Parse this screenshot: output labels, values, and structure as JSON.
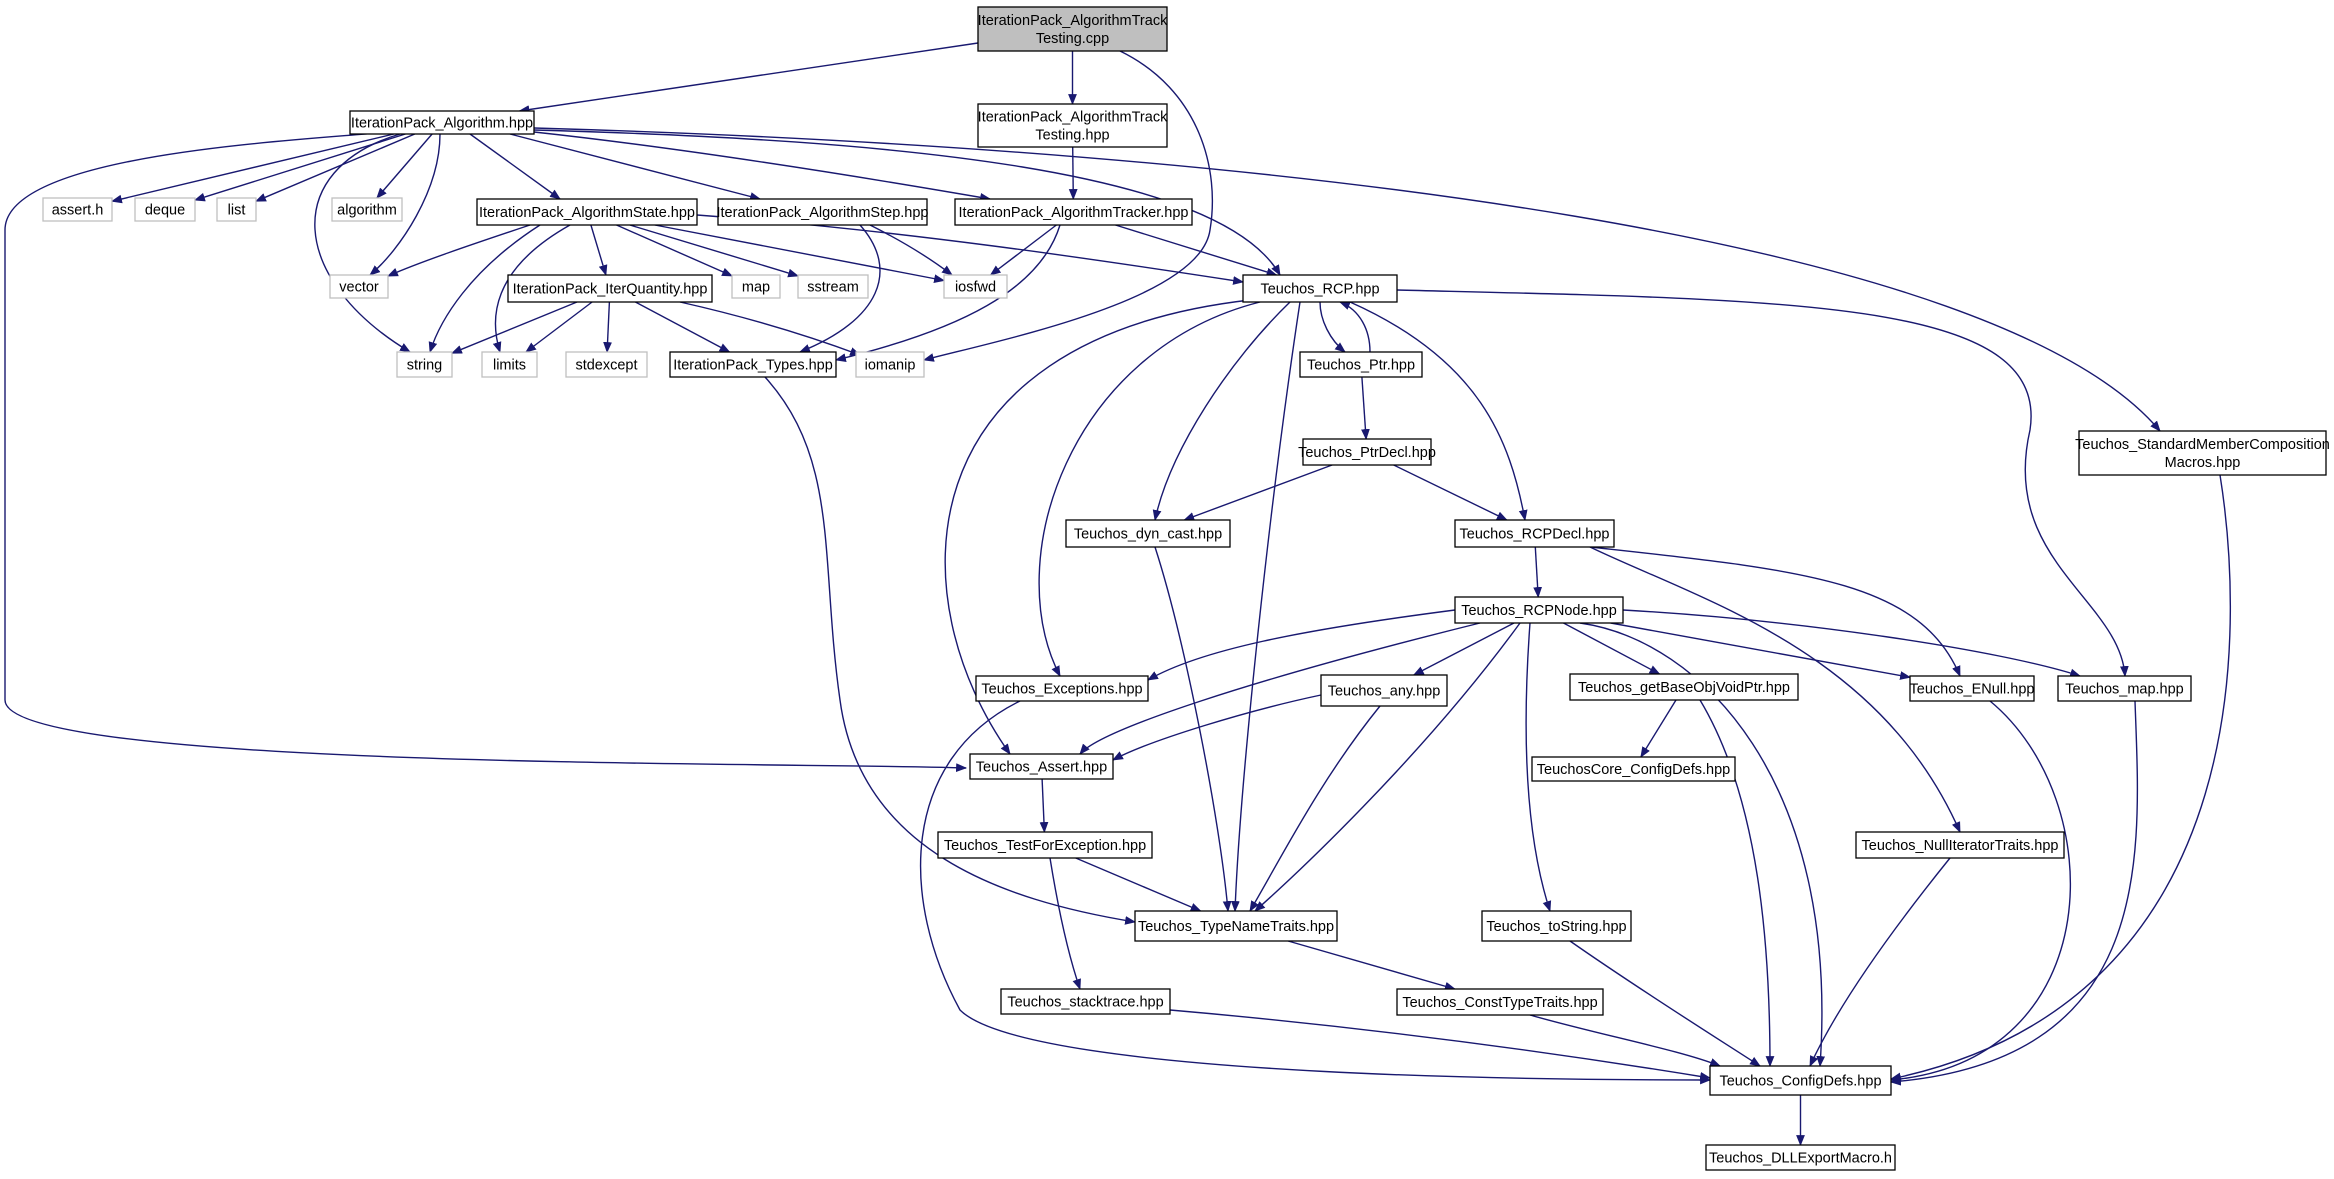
{
  "colors": {
    "edge": "#191970",
    "node_border": "#000000",
    "system_border": "#bfbfbf",
    "root_fill": "#bfbfbf",
    "node_fill": "#ffffff"
  },
  "nodes": [
    {
      "id": "root",
      "lines": [
        "IterationPack_AlgorithmTrack",
        "Testing.cpp"
      ],
      "kind": "root"
    },
    {
      "id": "alg",
      "lines": [
        "IterationPack_Algorithm.hpp"
      ],
      "kind": "header"
    },
    {
      "id": "trackhpp",
      "lines": [
        "IterationPack_AlgorithmTrack",
        "Testing.hpp"
      ],
      "kind": "header"
    },
    {
      "id": "asserth",
      "lines": [
        "assert.h"
      ],
      "kind": "system"
    },
    {
      "id": "deque",
      "lines": [
        "deque"
      ],
      "kind": "system"
    },
    {
      "id": "list",
      "lines": [
        "list"
      ],
      "kind": "system"
    },
    {
      "id": "algorithm",
      "lines": [
        "algorithm"
      ],
      "kind": "system"
    },
    {
      "id": "algstate",
      "lines": [
        "IterationPack_AlgorithmState.hpp"
      ],
      "kind": "header"
    },
    {
      "id": "algstep",
      "lines": [
        "IterationPack_AlgorithmStep.hpp"
      ],
      "kind": "header"
    },
    {
      "id": "algtracker",
      "lines": [
        "IterationPack_AlgorithmTracker.hpp"
      ],
      "kind": "header"
    },
    {
      "id": "vector",
      "lines": [
        "vector"
      ],
      "kind": "system"
    },
    {
      "id": "iterq",
      "lines": [
        "IterationPack_IterQuantity.hpp"
      ],
      "kind": "header"
    },
    {
      "id": "map",
      "lines": [
        "map"
      ],
      "kind": "system"
    },
    {
      "id": "sstream",
      "lines": [
        "sstream"
      ],
      "kind": "system"
    },
    {
      "id": "iosfwd",
      "lines": [
        "iosfwd"
      ],
      "kind": "system"
    },
    {
      "id": "rcp",
      "lines": [
        "Teuchos_RCP.hpp"
      ],
      "kind": "header"
    },
    {
      "id": "string",
      "lines": [
        "string"
      ],
      "kind": "system"
    },
    {
      "id": "limits",
      "lines": [
        "limits"
      ],
      "kind": "system"
    },
    {
      "id": "stdexcept",
      "lines": [
        "stdexcept"
      ],
      "kind": "system"
    },
    {
      "id": "types",
      "lines": [
        "IterationPack_Types.hpp"
      ],
      "kind": "header"
    },
    {
      "id": "iomanip",
      "lines": [
        "iomanip"
      ],
      "kind": "system"
    },
    {
      "id": "ptr",
      "lines": [
        "Teuchos_Ptr.hpp"
      ],
      "kind": "header"
    },
    {
      "id": "stdmember",
      "lines": [
        "Teuchos_StandardMemberComposition",
        "Macros.hpp"
      ],
      "kind": "header"
    },
    {
      "id": "ptrdecl",
      "lines": [
        "Teuchos_PtrDecl.hpp"
      ],
      "kind": "header"
    },
    {
      "id": "dyncast",
      "lines": [
        "Teuchos_dyn_cast.hpp"
      ],
      "kind": "header"
    },
    {
      "id": "rcpdecl",
      "lines": [
        "Teuchos_RCPDecl.hpp"
      ],
      "kind": "header"
    },
    {
      "id": "rcpnode",
      "lines": [
        "Teuchos_RCPNode.hpp"
      ],
      "kind": "header"
    },
    {
      "id": "exceptions",
      "lines": [
        "Teuchos_Exceptions.hpp"
      ],
      "kind": "header"
    },
    {
      "id": "any",
      "lines": [
        "Teuchos_any.hpp"
      ],
      "kind": "header"
    },
    {
      "id": "getbase",
      "lines": [
        "Teuchos_getBaseObjVoidPtr.hpp"
      ],
      "kind": "header"
    },
    {
      "id": "enull",
      "lines": [
        "Teuchos_ENull.hpp"
      ],
      "kind": "header"
    },
    {
      "id": "tmap",
      "lines": [
        "Teuchos_map.hpp"
      ],
      "kind": "header"
    },
    {
      "id": "assert",
      "lines": [
        "Teuchos_Assert.hpp"
      ],
      "kind": "header"
    },
    {
      "id": "coreconfig",
      "lines": [
        "TeuchosCore_ConfigDefs.hpp"
      ],
      "kind": "header"
    },
    {
      "id": "testforexc",
      "lines": [
        "Teuchos_TestForException.hpp"
      ],
      "kind": "header"
    },
    {
      "id": "nulliter",
      "lines": [
        "Teuchos_NullIteratorTraits.hpp"
      ],
      "kind": "header"
    },
    {
      "id": "typename",
      "lines": [
        "Teuchos_TypeNameTraits.hpp"
      ],
      "kind": "header"
    },
    {
      "id": "tostring",
      "lines": [
        "Teuchos_toString.hpp"
      ],
      "kind": "header"
    },
    {
      "id": "stacktrace",
      "lines": [
        "Teuchos_stacktrace.hpp"
      ],
      "kind": "header"
    },
    {
      "id": "consttype",
      "lines": [
        "Teuchos_ConstTypeTraits.hpp"
      ],
      "kind": "header"
    },
    {
      "id": "configdefs",
      "lines": [
        "Teuchos_ConfigDefs.hpp"
      ],
      "kind": "header"
    },
    {
      "id": "dllexport",
      "lines": [
        "Teuchos_DLLExportMacro.h"
      ],
      "kind": "header"
    }
  ],
  "edges": [
    [
      "root",
      "alg"
    ],
    [
      "root",
      "trackhpp"
    ],
    [
      "root",
      "iomanip"
    ],
    [
      "alg",
      "asserth"
    ],
    [
      "alg",
      "deque"
    ],
    [
      "alg",
      "list"
    ],
    [
      "alg",
      "algorithm"
    ],
    [
      "alg",
      "algstate"
    ],
    [
      "alg",
      "algstep"
    ],
    [
      "alg",
      "algtracker"
    ],
    [
      "alg",
      "vector"
    ],
    [
      "alg",
      "string"
    ],
    [
      "alg",
      "rcp"
    ],
    [
      "alg",
      "stdmember"
    ],
    [
      "alg",
      "assert"
    ],
    [
      "trackhpp",
      "algtracker"
    ],
    [
      "algstate",
      "vector"
    ],
    [
      "algstate",
      "string"
    ],
    [
      "algstate",
      "limits"
    ],
    [
      "algstate",
      "iterq"
    ],
    [
      "algstate",
      "map"
    ],
    [
      "algstate",
      "sstream"
    ],
    [
      "algstate",
      "iosfwd"
    ],
    [
      "algstate",
      "rcp"
    ],
    [
      "algstep",
      "iosfwd"
    ],
    [
      "algstep",
      "types"
    ],
    [
      "algtracker",
      "iosfwd"
    ],
    [
      "algtracker",
      "types"
    ],
    [
      "algtracker",
      "rcp"
    ],
    [
      "iterq",
      "string"
    ],
    [
      "iterq",
      "limits"
    ],
    [
      "iterq",
      "stdexcept"
    ],
    [
      "iterq",
      "types"
    ],
    [
      "iterq",
      "iomanip"
    ],
    [
      "types",
      "typename"
    ],
    [
      "rcp",
      "ptr"
    ],
    [
      "rcp",
      "rcpdecl"
    ],
    [
      "rcp",
      "dyncast"
    ],
    [
      "rcp",
      "exceptions"
    ],
    [
      "rcp",
      "assert"
    ],
    [
      "rcp",
      "typename"
    ],
    [
      "rcp",
      "tmap"
    ],
    [
      "ptr",
      "rcp"
    ],
    [
      "ptr",
      "ptrdecl"
    ],
    [
      "ptrdecl",
      "dyncast"
    ],
    [
      "ptrdecl",
      "rcpdecl"
    ],
    [
      "dyncast",
      "typename"
    ],
    [
      "rcpdecl",
      "rcpnode"
    ],
    [
      "rcpdecl",
      "enull"
    ],
    [
      "rcpdecl",
      "nulliter"
    ],
    [
      "rcpnode",
      "exceptions"
    ],
    [
      "rcpnode",
      "assert"
    ],
    [
      "rcpnode",
      "any"
    ],
    [
      "rcpnode",
      "getbase"
    ],
    [
      "rcpnode",
      "enull"
    ],
    [
      "rcpnode",
      "tmap"
    ],
    [
      "rcpnode",
      "typename"
    ],
    [
      "rcpnode",
      "tostring"
    ],
    [
      "rcpnode",
      "configdefs"
    ],
    [
      "exceptions",
      "configdefs"
    ],
    [
      "any",
      "assert"
    ],
    [
      "any",
      "typename"
    ],
    [
      "getbase",
      "coreconfig"
    ],
    [
      "getbase",
      "configdefs"
    ],
    [
      "enull",
      "configdefs"
    ],
    [
      "tmap",
      "configdefs"
    ],
    [
      "assert",
      "testforexc"
    ],
    [
      "testforexc",
      "typename"
    ],
    [
      "testforexc",
      "stacktrace"
    ],
    [
      "nulliter",
      "configdefs"
    ],
    [
      "typename",
      "consttype"
    ],
    [
      "tostring",
      "configdefs"
    ],
    [
      "stacktrace",
      "configdefs"
    ],
    [
      "consttype",
      "configdefs"
    ],
    [
      "stdmember",
      "configdefs"
    ],
    [
      "configdefs",
      "dllexport"
    ]
  ]
}
